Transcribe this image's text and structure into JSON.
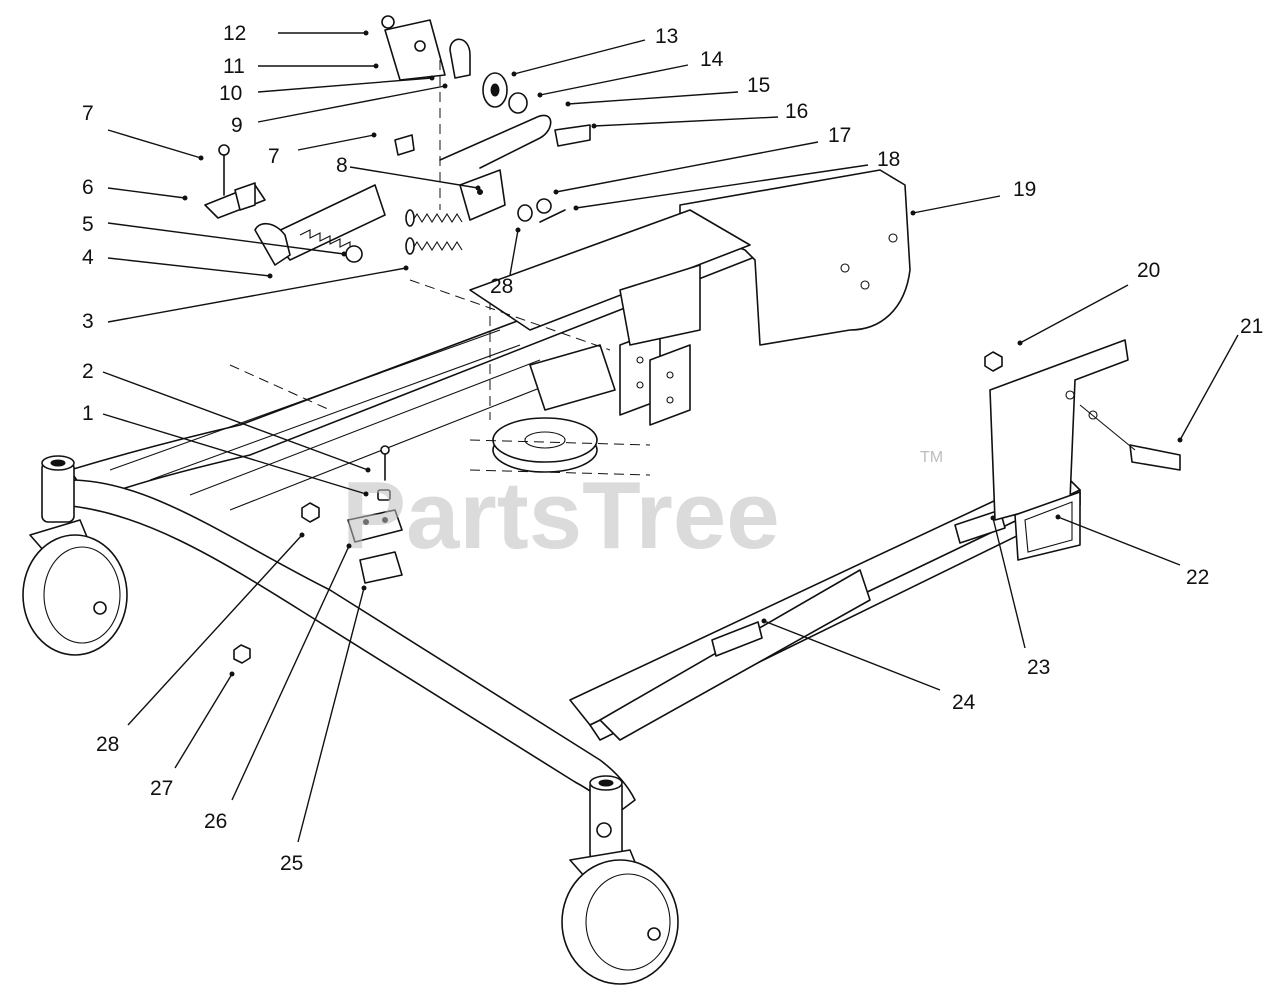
{
  "watermark": {
    "text": "PartsTree",
    "trademark": "TM"
  },
  "callouts": [
    {
      "id": "c12",
      "label": "12"
    },
    {
      "id": "c11",
      "label": "11"
    },
    {
      "id": "c10",
      "label": "10"
    },
    {
      "id": "c9",
      "label": "9"
    },
    {
      "id": "c13",
      "label": "13"
    },
    {
      "id": "c14",
      "label": "14"
    },
    {
      "id": "c15",
      "label": "15"
    },
    {
      "id": "c16",
      "label": "16"
    },
    {
      "id": "c17",
      "label": "17"
    },
    {
      "id": "c18",
      "label": "18"
    },
    {
      "id": "c19",
      "label": "19"
    },
    {
      "id": "c7a",
      "label": "7"
    },
    {
      "id": "c7b",
      "label": "7"
    },
    {
      "id": "c8",
      "label": "8"
    },
    {
      "id": "c6",
      "label": "6"
    },
    {
      "id": "c5",
      "label": "5"
    },
    {
      "id": "c4",
      "label": "4"
    },
    {
      "id": "c3",
      "label": "3"
    },
    {
      "id": "c28a",
      "label": "28"
    },
    {
      "id": "c20",
      "label": "20"
    },
    {
      "id": "c21",
      "label": "21"
    },
    {
      "id": "c2",
      "label": "2"
    },
    {
      "id": "c1",
      "label": "1"
    },
    {
      "id": "c22",
      "label": "22"
    },
    {
      "id": "c23",
      "label": "23"
    },
    {
      "id": "c24",
      "label": "24"
    },
    {
      "id": "c28b",
      "label": "28"
    },
    {
      "id": "c27",
      "label": "27"
    },
    {
      "id": "c26",
      "label": "26"
    },
    {
      "id": "c25",
      "label": "25"
    }
  ]
}
